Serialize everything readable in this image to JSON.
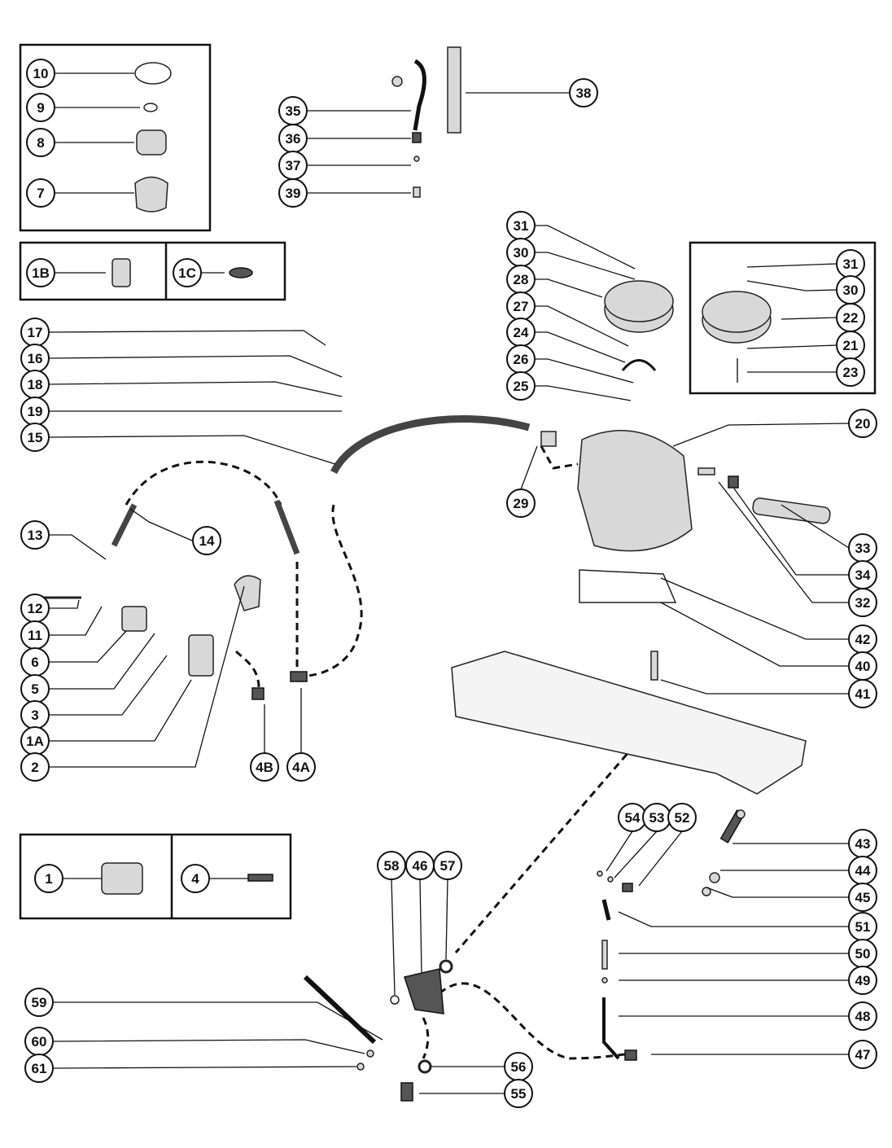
{
  "diagram": {
    "callouts": [
      "10",
      "9",
      "8",
      "7",
      "1B",
      "1C",
      "17",
      "16",
      "18",
      "19",
      "15",
      "13",
      "14",
      "12",
      "11",
      "6",
      "5",
      "3",
      "1A",
      "2",
      "4B",
      "4A",
      "35",
      "36",
      "37",
      "39",
      "38",
      "31",
      "30",
      "28",
      "27",
      "24",
      "26",
      "25",
      "31",
      "30",
      "22",
      "21",
      "23",
      "20",
      "29",
      "33",
      "34",
      "32",
      "42",
      "40",
      "41",
      "43",
      "44",
      "45",
      "54",
      "53",
      "52",
      "51",
      "50",
      "49",
      "48",
      "47",
      "58",
      "46",
      "57",
      "59",
      "60",
      "61",
      "56",
      "55",
      "1",
      "4"
    ]
  }
}
